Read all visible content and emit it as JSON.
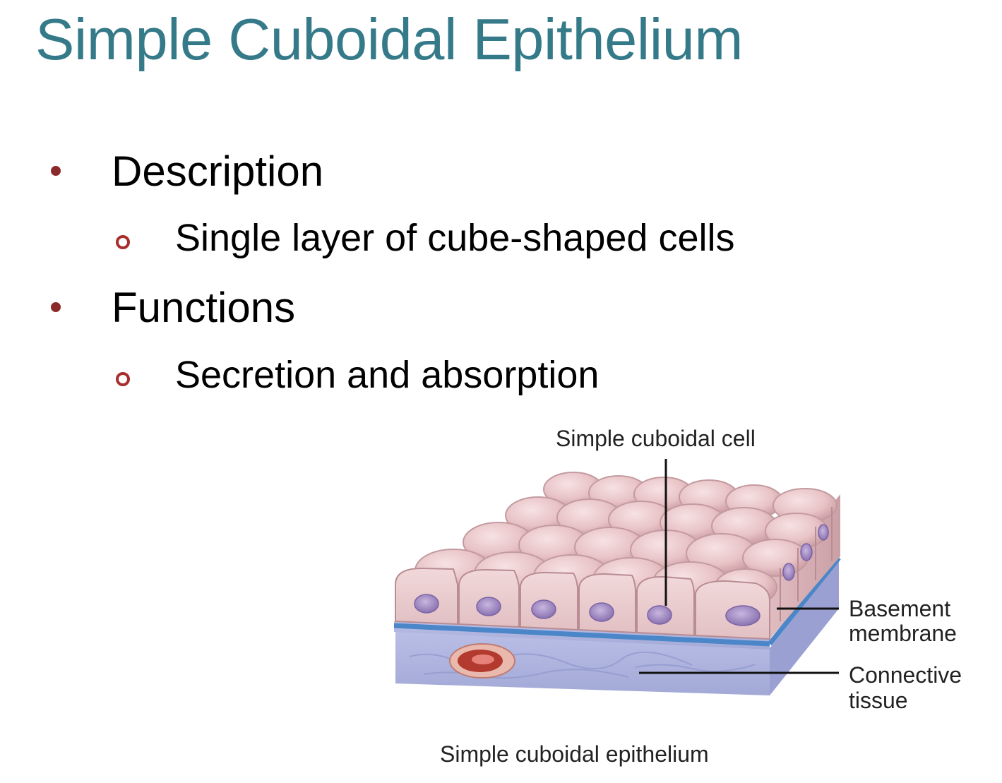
{
  "slide": {
    "title": "Simple Cuboidal Epithelium",
    "bullets": [
      {
        "label": "Description",
        "sub": "Single layer of cube-shaped cells"
      },
      {
        "label": "Functions",
        "sub": "Secretion and absorption"
      }
    ]
  },
  "diagram": {
    "label_cell": "Simple cuboidal cell",
    "label_basement_1": "Basement",
    "label_basement_2": "membrane",
    "label_connective_1": "Connective",
    "label_connective_2": "tissue",
    "caption": "Simple cuboidal epithelium"
  },
  "colors": {
    "title": "#357a89",
    "bullet": "#8b2a2a",
    "cell": "#e8c6c8",
    "nucleus": "#9f8ac0",
    "basement": "#4a86c8",
    "connective": "#a9b0dc"
  }
}
